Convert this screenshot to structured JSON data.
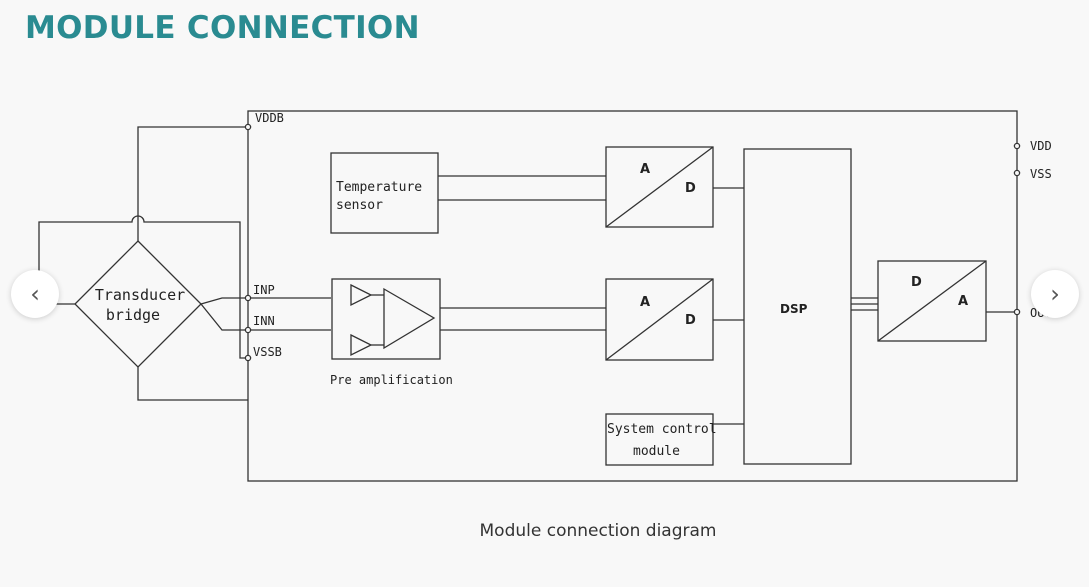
{
  "heading": "MODULE CONNECTION",
  "caption": "Module connection diagram",
  "colors": {
    "heading": "#2a8b91",
    "line": "#333333",
    "background": "#f8f8f8"
  },
  "nav": {
    "prev_icon": "‹",
    "next_icon": "›"
  },
  "diagram": {
    "transducer": [
      "Transducer",
      "bridge"
    ],
    "temperature_sensor": [
      "Temperature",
      "sensor"
    ],
    "pre_amplification": "Pre amplification",
    "adc": {
      "a": "A",
      "d": "D"
    },
    "dac": {
      "d": "D",
      "a": "A"
    },
    "dsp": "DSP",
    "system_control": [
      "System control",
      "module"
    ],
    "pins": {
      "vddb": "VDDB",
      "inp": "INP",
      "inn": "INN",
      "vssb": "VSSB",
      "vdd": "VDD",
      "vss": "VSS",
      "out": "OUT"
    }
  }
}
